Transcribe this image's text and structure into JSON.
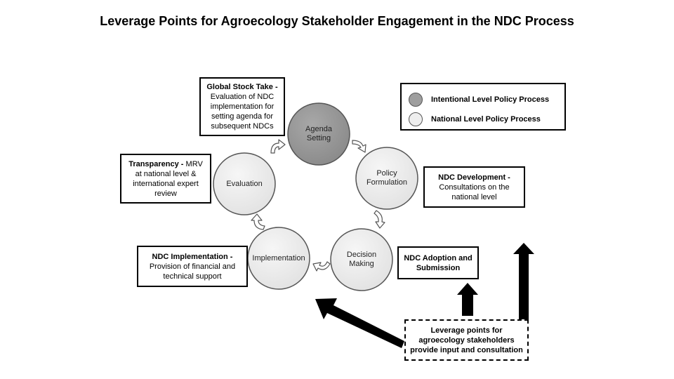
{
  "title": "Leverage Points for Agroecology Stakeholder Engagement in the NDC Process",
  "legend": {
    "items": [
      {
        "label": "Intentional Level Policy Process",
        "color": "#9e9e9e"
      },
      {
        "label": "National Level Policy Process",
        "color": "#eeeeee"
      }
    ]
  },
  "stages": {
    "agenda": "Agenda Setting",
    "policy": "Policy Formulation",
    "decision": "Decision Making",
    "implementation": "Implementation",
    "evaluation": "Evaluation"
  },
  "boxes": {
    "global_stock_take": {
      "bold": "Global Stock Take -",
      "text": "Evaluation of NDC implementation for setting agenda for subsequent NDCs"
    },
    "transparency": {
      "bold": "Transparency -",
      "text": "MRV at national level & international expert review"
    },
    "ndc_development": {
      "bold": "NDC Development -",
      "text": "Consultations on the national level"
    },
    "ndc_implementation": {
      "bold": "NDC Implementation -",
      "text": "Provision of financial and technical support"
    },
    "ndc_adoption": {
      "bold": "NDC Adoption and Submission",
      "text": ""
    },
    "leverage": {
      "bold": "Leverage points for agroecology stakeholders provide input and consultation",
      "text": ""
    }
  },
  "colors": {
    "international_fill": "#9e9e9e",
    "national_fill": "#eeeeee",
    "stroke": "#555555",
    "arrow": "#000000"
  }
}
